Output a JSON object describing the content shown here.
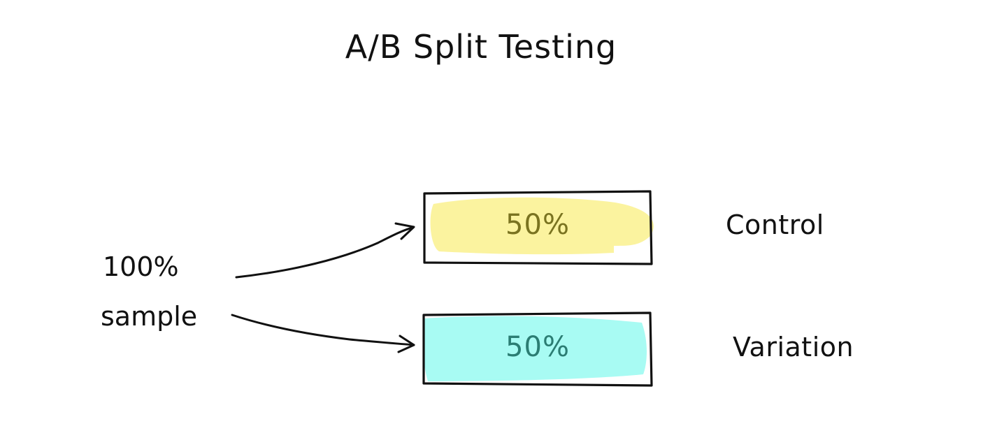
{
  "diagram": {
    "title": "A/B Split Testing",
    "source": {
      "percent_label": "100%",
      "sample_label": "sample"
    },
    "groups": [
      {
        "name": "Control",
        "share_label": "50%",
        "share": 50,
        "fill_color": "#fbf29a",
        "text_color": "#7a7320"
      },
      {
        "name": "Variation",
        "share_label": "50%",
        "share": 50,
        "fill_color": "#a3fbf2",
        "text_color": "#2b7d73"
      }
    ],
    "stroke_color": "#111111"
  }
}
